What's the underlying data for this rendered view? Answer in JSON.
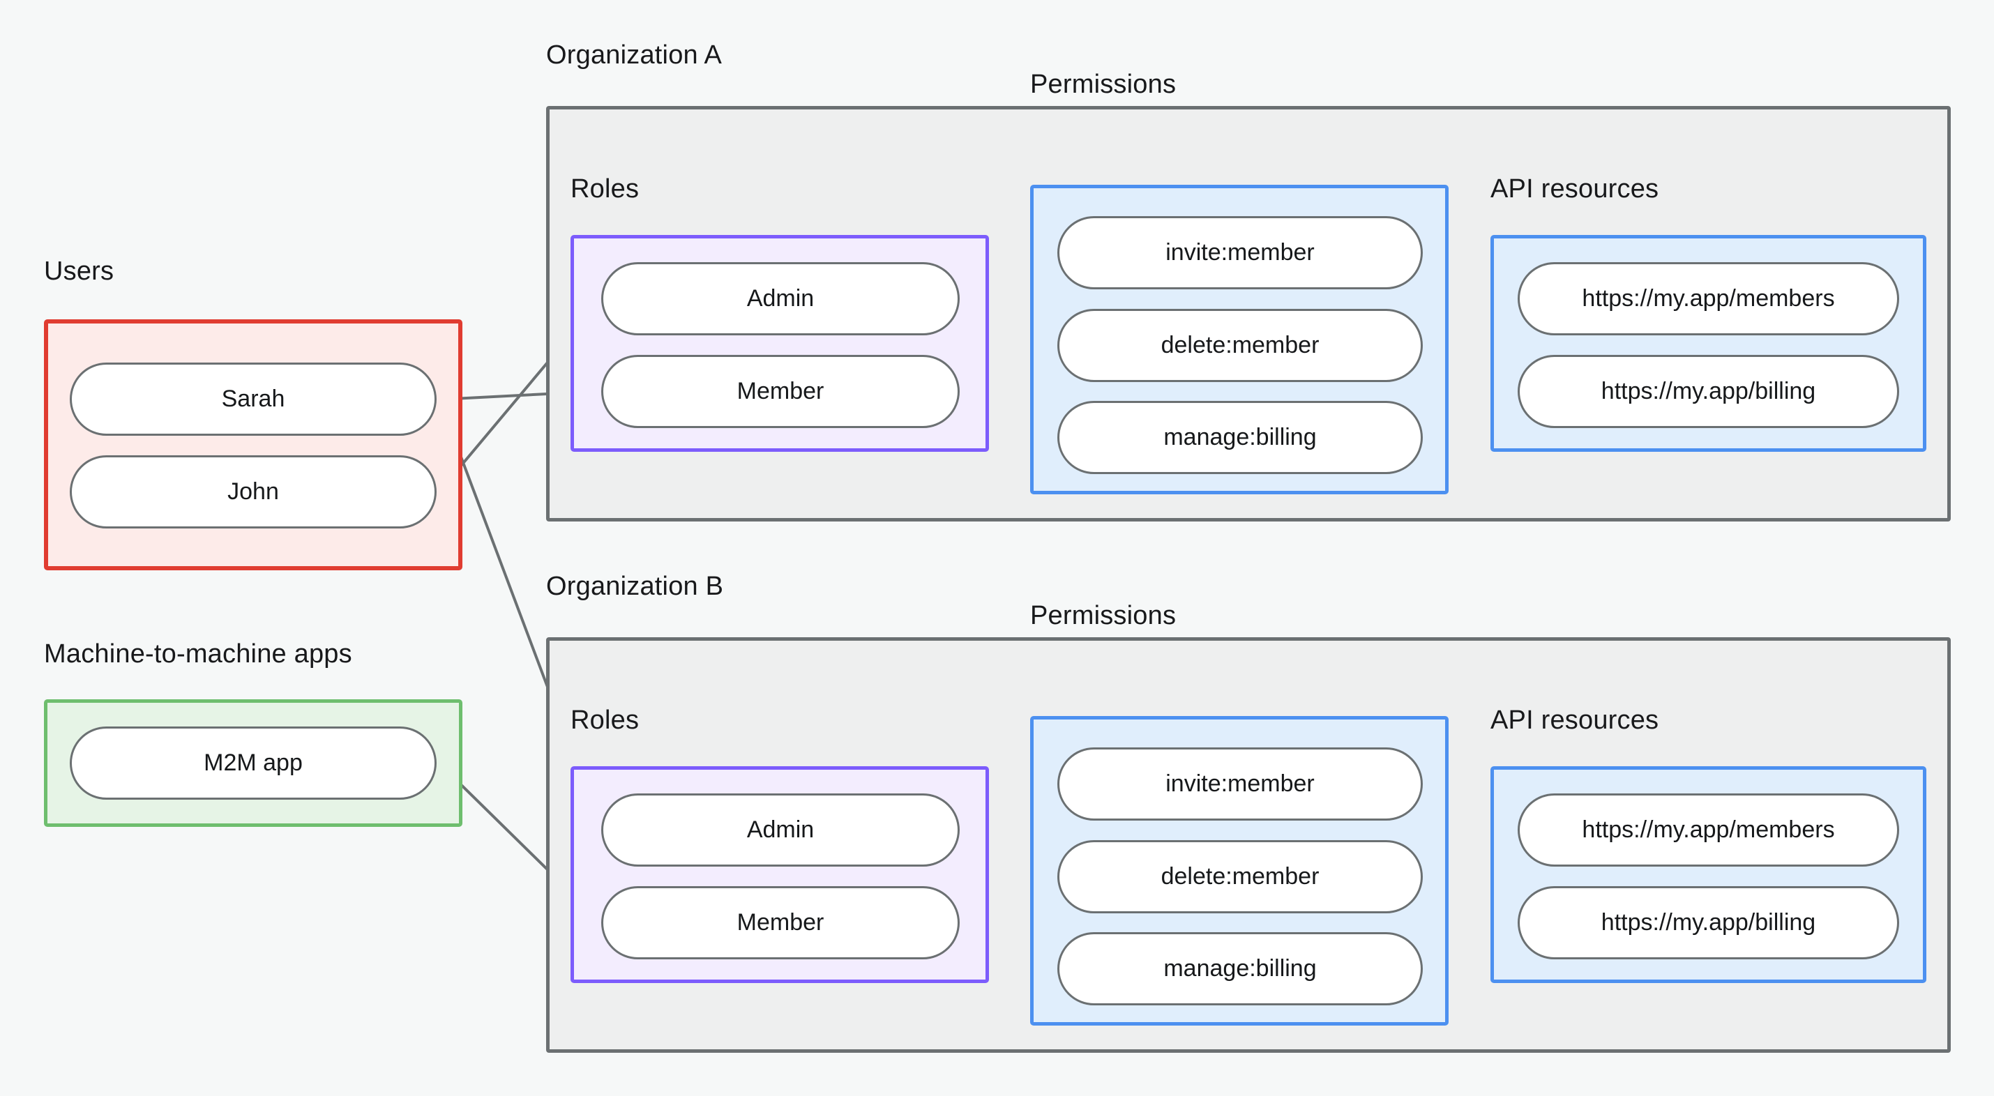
{
  "diagram": {
    "title_visible": false,
    "background": "#f6f8f8",
    "colors": {
      "users_border": "#e03c31",
      "users_fill": "#fdebe9",
      "m2m_border": "#6ebe6e",
      "m2m_fill": "#e6f4e6",
      "roles_border": "#7c5cfc",
      "roles_fill": "#f3edfe",
      "permissions_border": "#4c90f0",
      "permissions_fill": "#e0eefc",
      "api_border": "#4c90f0",
      "api_fill": "#e0eefc",
      "org_border": "#6b7072",
      "org_fill": "#eeefef",
      "node_border": "#6b7072",
      "node_fill": "#ffffff",
      "edge": "#6b7072"
    },
    "groups": {
      "users": {
        "label": "Users",
        "nodes": [
          "Sarah",
          "John"
        ]
      },
      "m2m": {
        "label": "Machine-to-machine apps",
        "nodes": [
          "M2M app"
        ]
      },
      "org_a": {
        "label": "Organization A",
        "roles": {
          "label": "Roles",
          "nodes": [
            "Admin",
            "Member"
          ]
        },
        "permissions": {
          "label": "Permissions",
          "nodes": [
            "invite:member",
            "delete:member",
            "manage:billing"
          ]
        },
        "api_resources": {
          "label": "API resources",
          "nodes": [
            "https://my.app/members",
            "https://my.app/billing"
          ]
        }
      },
      "org_b": {
        "label": "Organization B",
        "roles": {
          "label": "Roles",
          "nodes": [
            "Admin",
            "Member"
          ]
        },
        "permissions": {
          "label": "Permissions",
          "nodes": [
            "invite:member",
            "delete:member",
            "manage:billing"
          ]
        },
        "api_resources": {
          "label": "API resources",
          "nodes": [
            "https://my.app/members",
            "https://my.app/billing"
          ]
        }
      }
    },
    "edges": [
      {
        "from": "Sarah",
        "to": "Organization A / Member"
      },
      {
        "from": "John",
        "to": "Organization A / Admin"
      },
      {
        "from": "Sarah",
        "to": "Organization B / Admin"
      },
      {
        "from": "M2M app",
        "to": "Organization B / Member"
      },
      {
        "from": "Organization A / Admin",
        "to": "Organization A / invite:member"
      },
      {
        "from": "Organization A / Admin",
        "to": "Organization A / delete:member"
      },
      {
        "from": "Organization A / Member",
        "to": "Organization A / manage:billing"
      },
      {
        "from": "Organization A / invite:member",
        "to": "Organization A / https://my.app/members"
      },
      {
        "from": "Organization A / delete:member",
        "to": "Organization A / https://my.app/members"
      },
      {
        "from": "Organization A / manage:billing",
        "to": "Organization A / https://my.app/billing"
      },
      {
        "from": "Organization B / Admin",
        "to": "Organization B / invite:member"
      },
      {
        "from": "Organization B / Admin",
        "to": "Organization B / delete:member"
      },
      {
        "from": "Organization B / Member",
        "to": "Organization B / manage:billing"
      },
      {
        "from": "Organization B / invite:member",
        "to": "Organization B / https://my.app/members"
      },
      {
        "from": "Organization B / delete:member",
        "to": "Organization B / https://my.app/members"
      },
      {
        "from": "Organization B / manage:billing",
        "to": "Organization B / https://my.app/billing"
      }
    ]
  }
}
